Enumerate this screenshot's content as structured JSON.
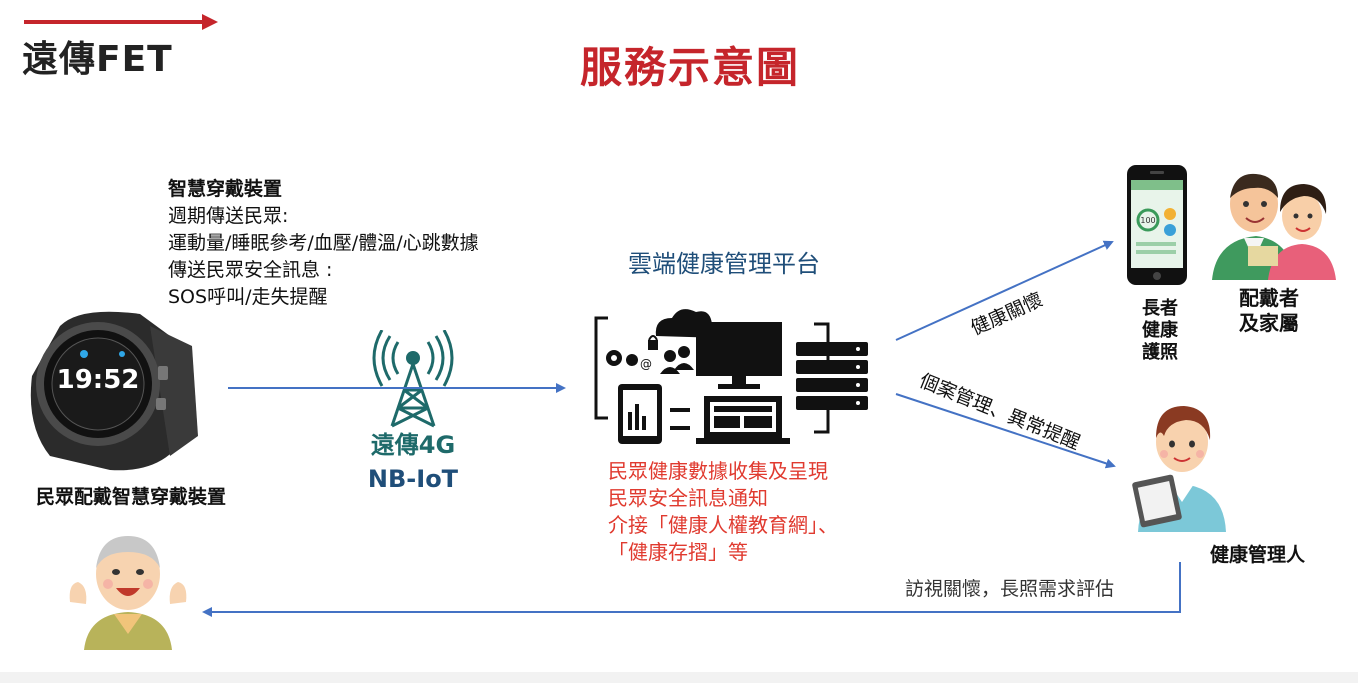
{
  "logo": {
    "text": "遠傳FET",
    "colors": {
      "dark": "#222222",
      "red": "#c5252b"
    }
  },
  "title": "服務示意圖",
  "wearable": {
    "heading": "智慧穿戴裝置",
    "lines": [
      "週期傳送民眾:",
      "運動量/睡眠參考/血壓/體溫/心跳數據",
      "傳送民眾安全訊息 :",
      "SOS呼叫/走失提醒"
    ],
    "watch_time": "19:52",
    "caption": "民眾配戴智慧穿戴裝置"
  },
  "network": {
    "line1": "遠傳4G",
    "line2": "NB-IoT",
    "icon": "antenna-tower-icon"
  },
  "platform": {
    "title": "雲端健康管理平台",
    "features": [
      "民眾健康數據收集及呈現",
      "民眾安全訊息通知",
      "介接「健康人權教育網」、",
      "「健康存摺」等"
    ]
  },
  "flows": {
    "to_family": "健康關懷",
    "to_manager": "個案管理、異常提醒",
    "to_elder": "訪視關懷，長照需求評估"
  },
  "phone": {
    "label_lines": [
      "長者",
      "健康",
      "護照"
    ],
    "screen_value": "100"
  },
  "family": {
    "label_lines": [
      "配戴者",
      "及家屬"
    ]
  },
  "manager": {
    "label": "健康管理人"
  },
  "colors": {
    "title_red": "#c5252b",
    "arrow_blue": "#4472c4",
    "platform_blue": "#1f4e79",
    "feature_red": "#e03a2f",
    "network_teal": "#1e6a6a"
  }
}
